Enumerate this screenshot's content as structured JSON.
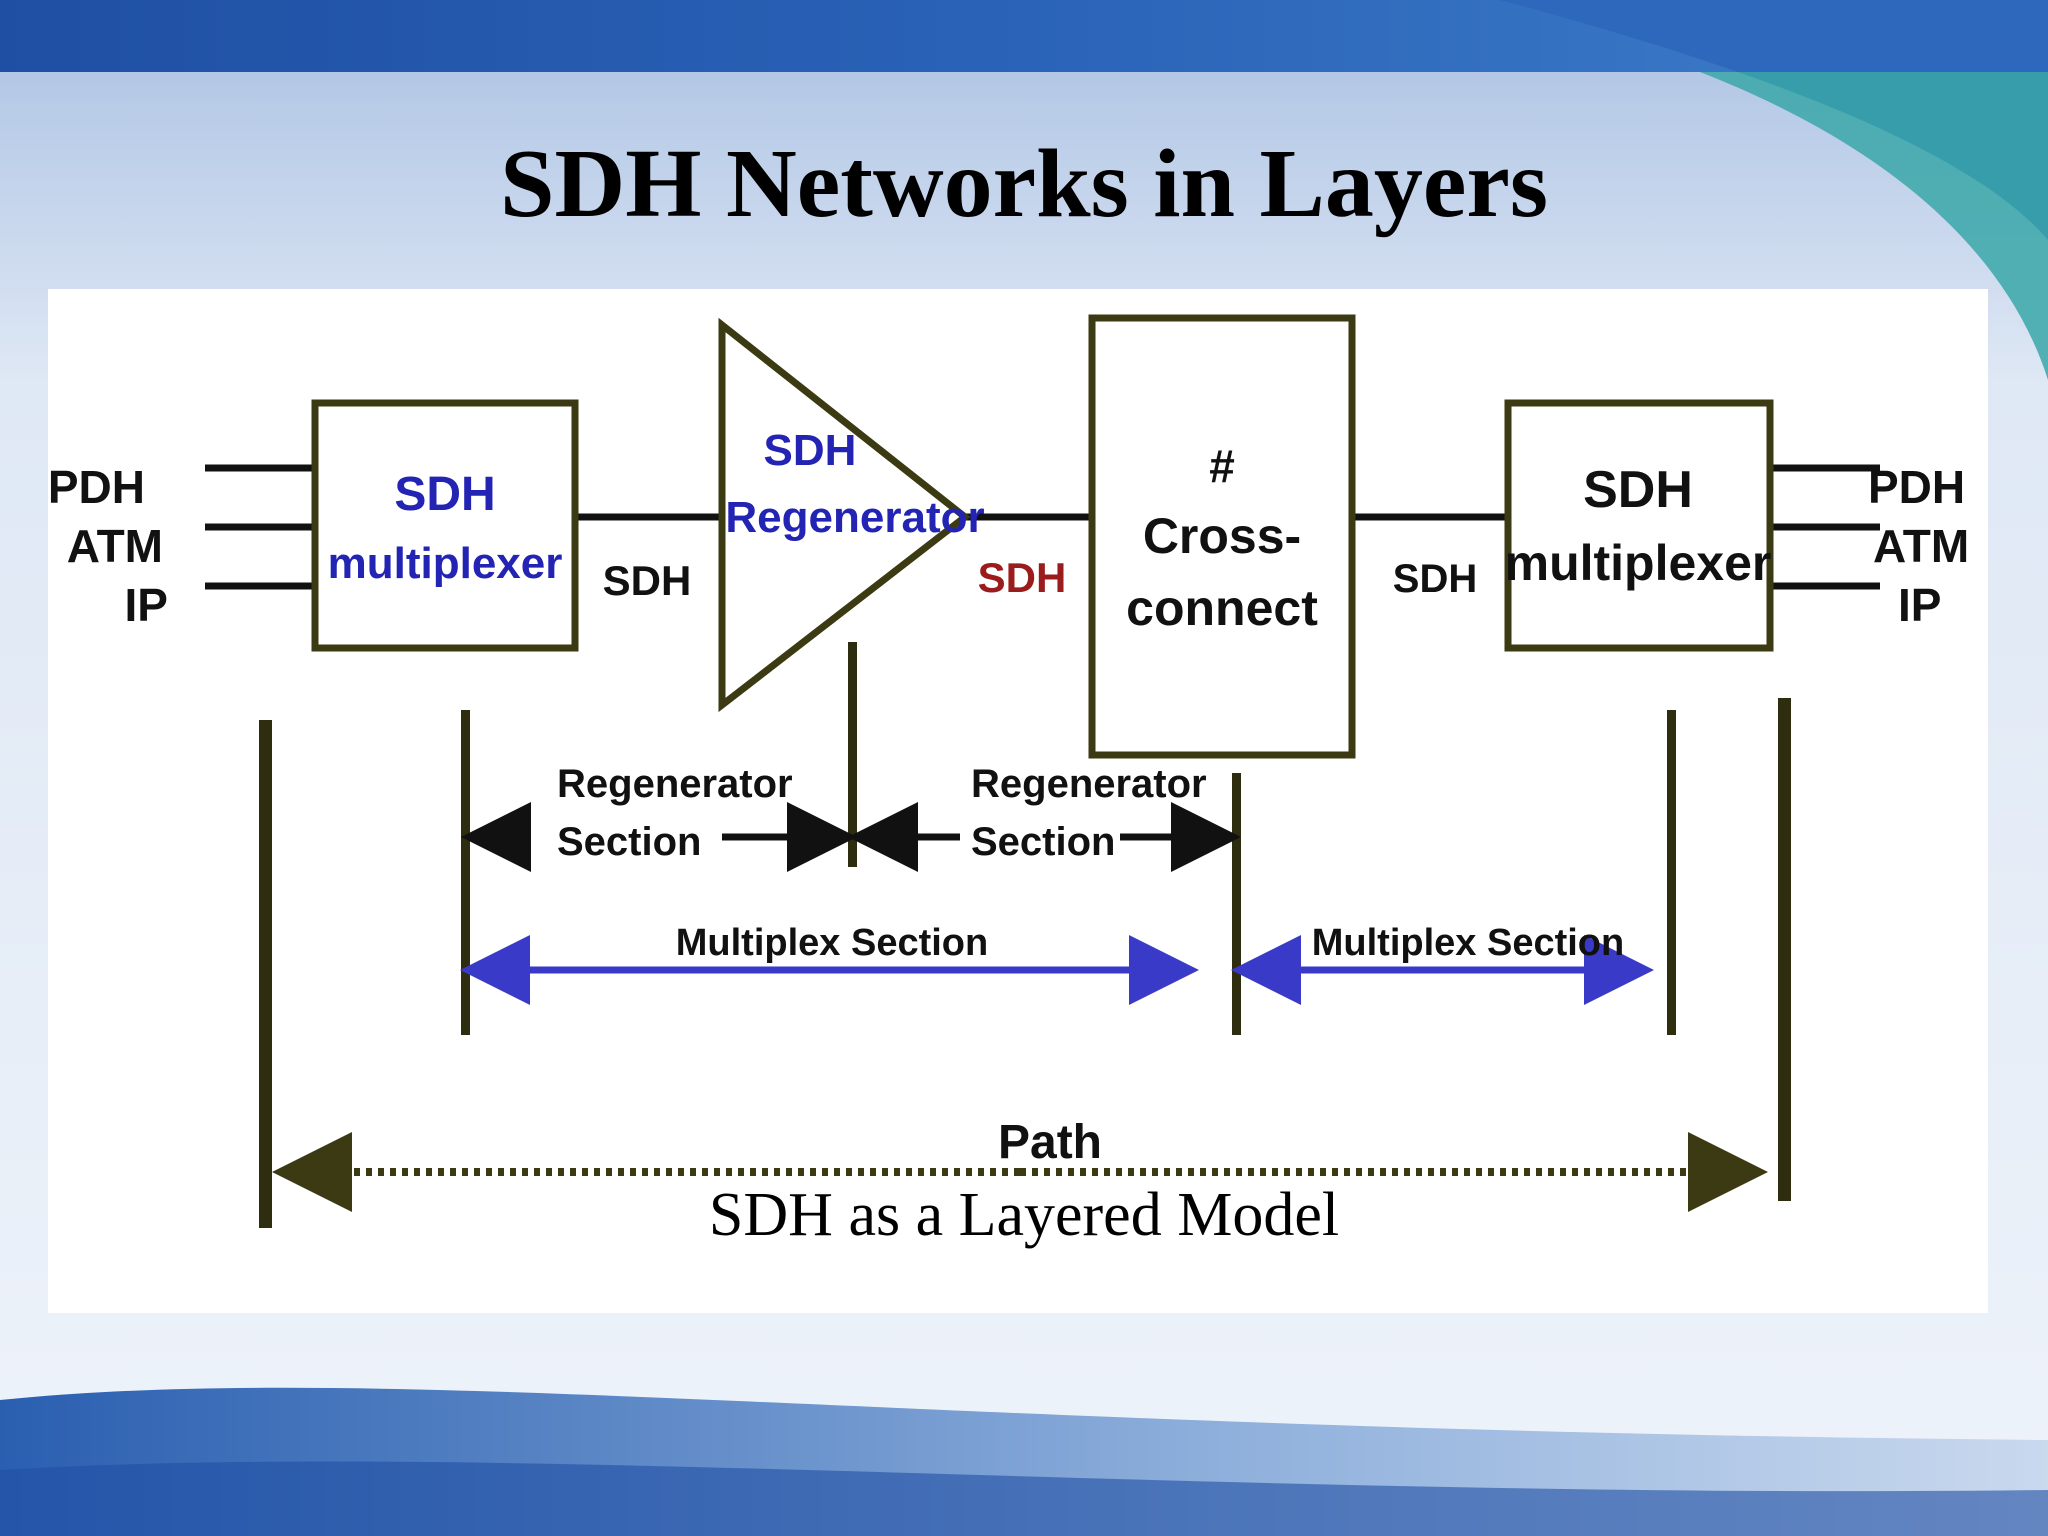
{
  "slide": {
    "title": "SDH Networks in Layers",
    "caption": "SDH as a Layered Model"
  },
  "colors": {
    "box_stroke": "#3b3a12",
    "blue_text": "#2323b4",
    "red_text": "#9b1c1c",
    "section_arrow": "#3a3ac8"
  },
  "diagram": {
    "left_inputs": [
      "PDH",
      "ATM",
      "IP"
    ],
    "right_outputs": [
      "PDH",
      "ATM",
      "IP"
    ],
    "left_mux": {
      "line1": "SDH",
      "line2": "multiplexer"
    },
    "regenerator": {
      "line1": "SDH",
      "line2": "Regenerator"
    },
    "crossconnect": {
      "line1": "#",
      "line2": "Cross-",
      "line3": "connect"
    },
    "right_mux": {
      "line1": "SDH",
      "line2": "multiplexer"
    },
    "link_labels": [
      "SDH",
      "SDH",
      "SDH"
    ],
    "regen_section_1": {
      "line1": "Regenerator",
      "line2": "Section"
    },
    "regen_section_2": {
      "line1": "Regenerator",
      "line2": "Section"
    },
    "multiplex_section_1": "Multiplex Section",
    "multiplex_section_2": "Multiplex Section",
    "path": "Path"
  }
}
